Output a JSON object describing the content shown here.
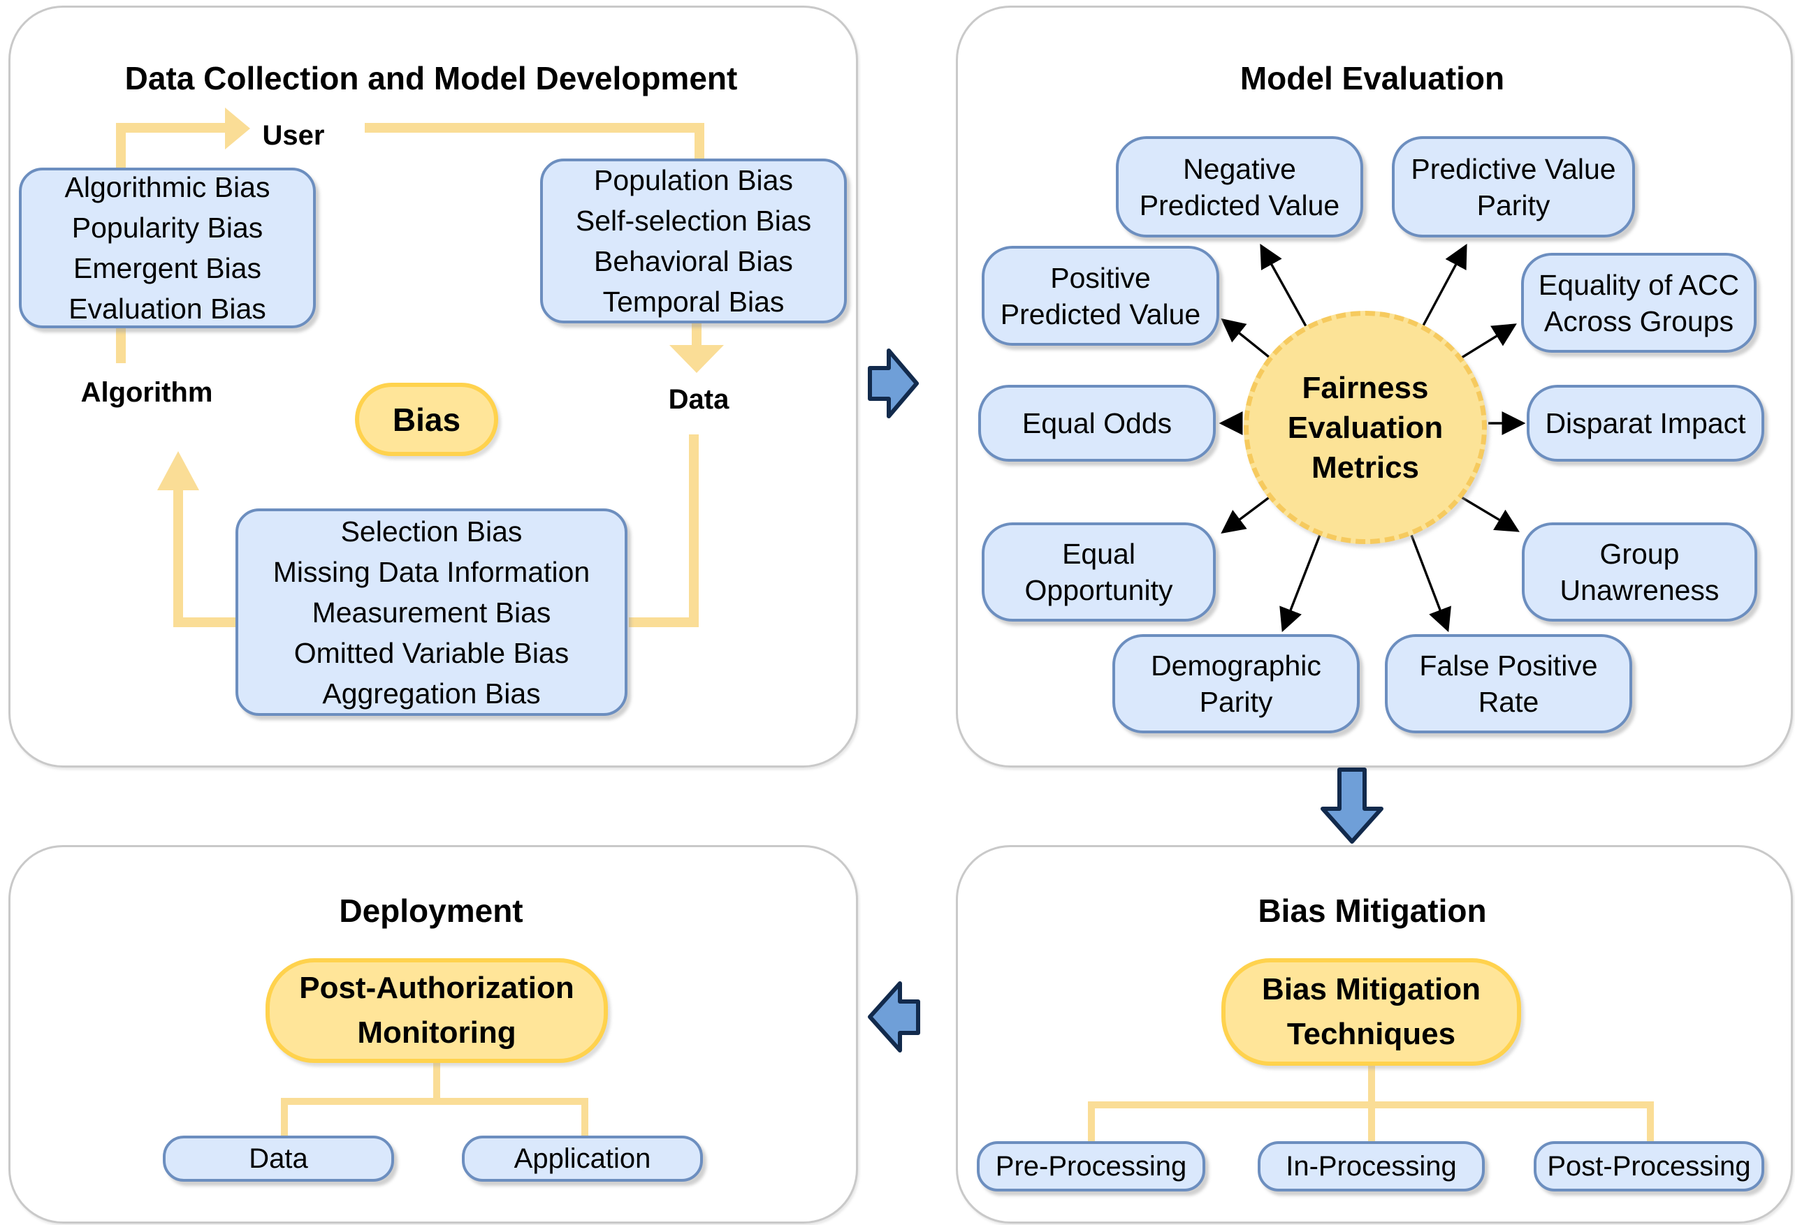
{
  "colors": {
    "box_fill": "#dae8fc",
    "box_border": "#6c8ebf",
    "pill_fill": "#ffe599",
    "pill_border": "#ffd24d",
    "connector_yellow": "#fadd96",
    "ellipse_fill": "#fce397",
    "ellipse_dash_border": "#f6ca5e",
    "block_arrow_fill": "#6f9fd8",
    "block_arrow_border": "#122a4c",
    "panel_border": "#c9c9c9"
  },
  "panels": {
    "data_collection": {
      "title": "Data Collection and Model Development",
      "labels": {
        "user": "User",
        "algorithm": "Algorithm",
        "data": "Data"
      },
      "bias_node": "Bias",
      "user_algorithm_biases": {
        "lines": [
          "Algorithmic Bias",
          "Popularity Bias",
          "Emergent Bias",
          "Evaluation Bias"
        ]
      },
      "user_data_biases": {
        "lines": [
          "Population Bias",
          "Self-selection Bias",
          "Behavioral Bias",
          "Temporal Bias"
        ]
      },
      "data_algorithm_biases": {
        "lines": [
          "Selection Bias",
          "Missing Data Information",
          "Measurement Bias",
          "Omitted Variable Bias",
          "Aggregation Bias"
        ]
      }
    },
    "model_evaluation": {
      "title": "Model Evaluation",
      "center_lines": [
        "Fairness",
        "Evaluation",
        "Metrics"
      ],
      "metrics": [
        "Negative Predicted Value",
        "Predictive Value Parity",
        "Positive Predicted Value",
        "Equality of ACC Across Groups",
        "Equal Odds",
        "Disparat Impact",
        "Equal Opportunity",
        "Group Unawreness",
        "Demographic Parity",
        "False Positive Rate"
      ]
    },
    "bias_mitigation": {
      "title": "Bias Mitigation",
      "root": "Bias Mitigation Techniques",
      "techniques": [
        "Pre-Processing",
        "In-Processing",
        "Post-Processing"
      ]
    },
    "deployment": {
      "title": "Deployment",
      "root": "Post-Authorization Monitoring",
      "targets": [
        "Data",
        "Application"
      ]
    }
  }
}
